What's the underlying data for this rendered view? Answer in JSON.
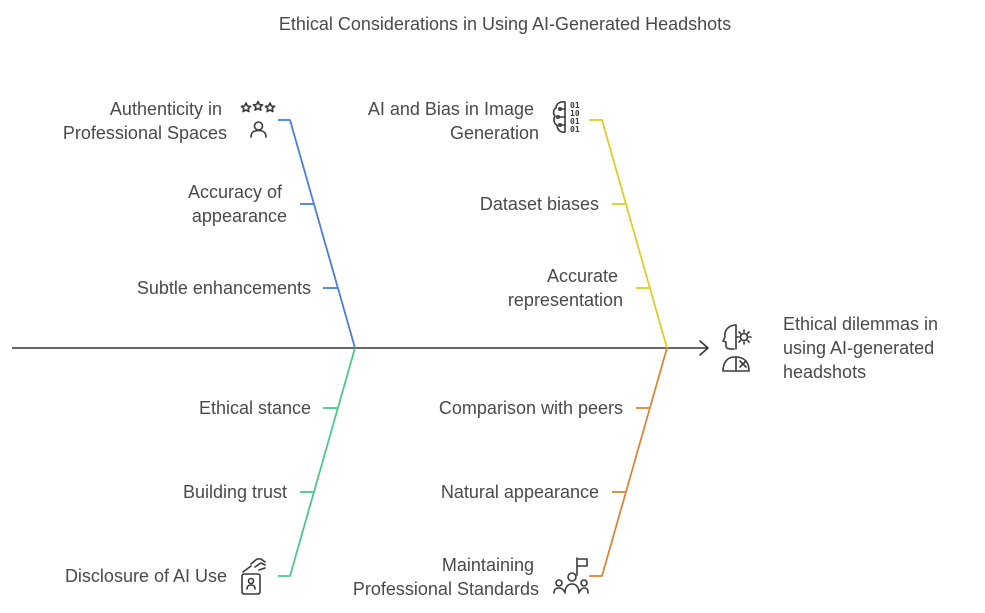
{
  "title": "Ethical Considerations in Using AI-Generated Headshots",
  "effect": {
    "lines": [
      "Ethical dilemmas in",
      "using AI-generated",
      "headshots"
    ],
    "icon": "head-gear-icon"
  },
  "colors": {
    "spine": "#333333",
    "blue": "#4a7fd4",
    "yellow": "#dccc2a",
    "green": "#4fc58a",
    "orange": "#d4883a"
  },
  "categories": {
    "authenticity": {
      "lines": [
        "Authenticity in",
        "Professional Spaces"
      ],
      "icon": "stars-person-icon",
      "causes": [
        [
          "Accuracy of",
          "appearance"
        ],
        [
          "Subtle enhancements"
        ]
      ]
    },
    "bias": {
      "lines": [
        "AI and Bias in Image",
        "Generation"
      ],
      "icon": "brain-binary-icon",
      "causes": [
        [
          "Dataset biases"
        ],
        [
          "Accurate",
          "representation"
        ]
      ]
    },
    "disclosure": {
      "lines": [
        "Disclosure of AI Use"
      ],
      "icon": "hand-id-card-icon",
      "causes": [
        [
          "Ethical stance"
        ],
        [
          "Building trust"
        ]
      ]
    },
    "standards": {
      "lines": [
        "Maintaining",
        "Professional Standards"
      ],
      "icon": "people-flag-icon",
      "causes": [
        [
          "Comparison with peers"
        ],
        [
          "Natural appearance"
        ]
      ]
    }
  }
}
